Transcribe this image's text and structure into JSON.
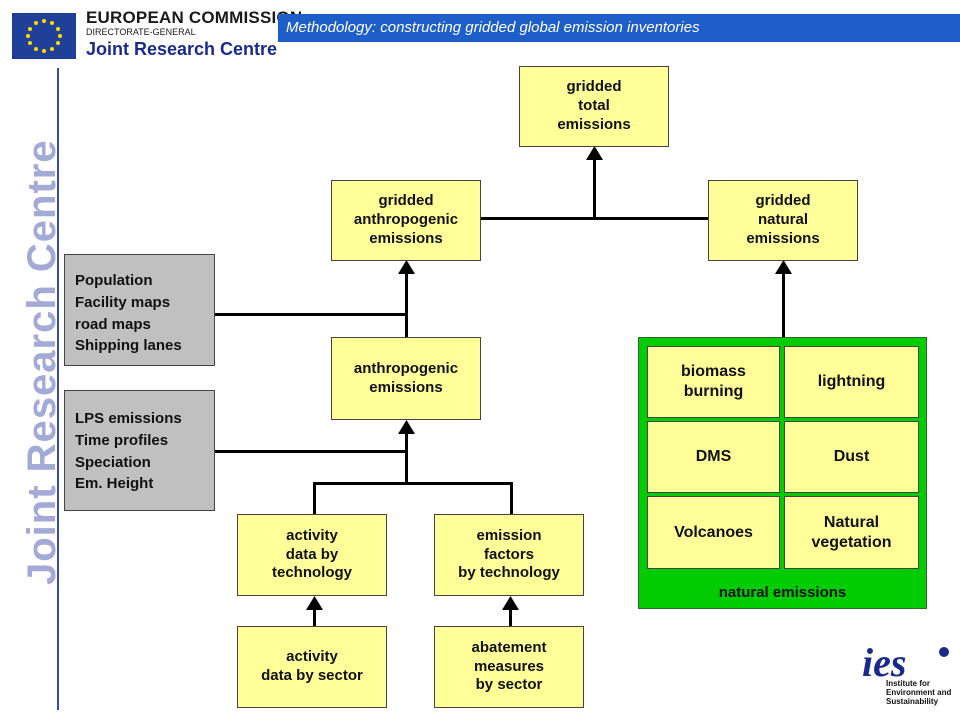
{
  "header": {
    "org_title": "EUROPEAN COMMISSION",
    "directorate": "DIRECTORATE-GENERAL",
    "centre": "Joint Research Centre",
    "slide_title": "Methodology: constructing gridded global emission inventories"
  },
  "side_branding": "Joint Research Centre",
  "boxes": {
    "gridded_total": "gridded\ntotal\nemissions",
    "gridded_anthropogenic": "gridded\nanthropogenic\nemissions",
    "gridded_natural": "gridded\nnatural\nemissions",
    "anthropogenic": "anthropogenic\nemissions",
    "activity_by_technology": "activity\ndata by\ntechnology",
    "emission_factors": "emission\nfactors\nby technology",
    "activity_by_sector": "activity\ndata by sector",
    "abatement": "abatement\nmeasures\nby sector",
    "spatial_inputs": "Population\nFacility maps\nroad maps\nShipping lanes",
    "lps_inputs": "LPS emissions\nTime profiles\nSpeciation\nEm. Height"
  },
  "natural_panel": {
    "label": "natural emissions",
    "cells": [
      "biomass\nburning",
      "lightning",
      "DMS",
      "Dust",
      "Volcanoes",
      "Natural\nvegetation"
    ]
  },
  "ies_logo": {
    "mark": "ies",
    "caption": "Institute for\nEnvironment and\nSustainability"
  },
  "colors": {
    "box_fill": "#ffff99",
    "input_fill": "#c0c0c0",
    "natural_panel": "#00cc00",
    "title_bar": "#1e5ec8"
  }
}
